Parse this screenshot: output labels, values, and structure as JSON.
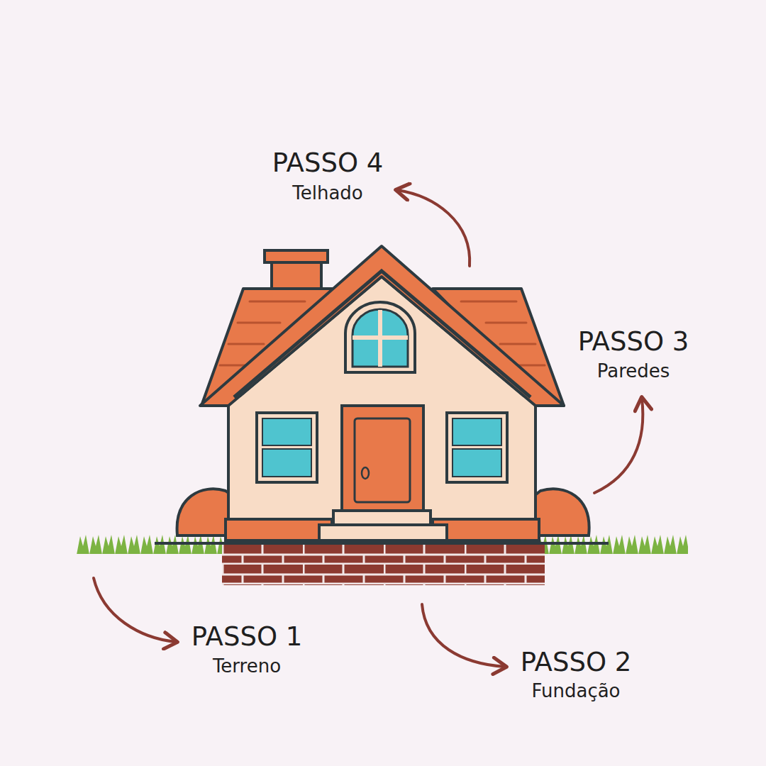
{
  "diagram": {
    "labels": [
      "PASSO 4",
      "Telhado",
      "PASSO 3",
      "Paredes",
      "PASSO 1",
      "Terreno",
      "PASSO 2",
      "Fundação"
    ]
  }
}
